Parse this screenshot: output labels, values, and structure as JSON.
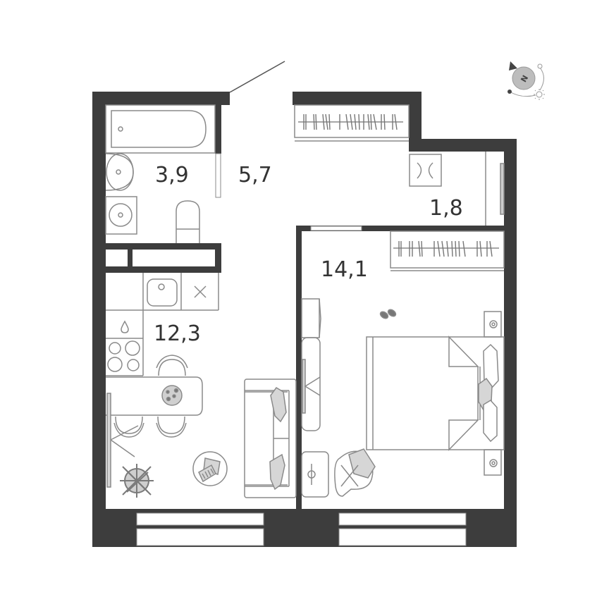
{
  "plan": {
    "colors": {
      "wall": "#3d3d3d",
      "line": "#8a8a8a",
      "fill_light": "#d6d6d6",
      "text": "#333333",
      "background": "#ffffff"
    },
    "rooms": [
      {
        "id": "bathroom",
        "area": "3,9"
      },
      {
        "id": "hallway",
        "area": "5,7"
      },
      {
        "id": "storage",
        "area": "1,8"
      },
      {
        "id": "kitchen-living",
        "area": "12,3"
      },
      {
        "id": "bedroom",
        "area": "14,1"
      }
    ],
    "compass": {
      "label": "N",
      "icon": "compass-icon",
      "sun_icon": "sun-icon"
    }
  }
}
